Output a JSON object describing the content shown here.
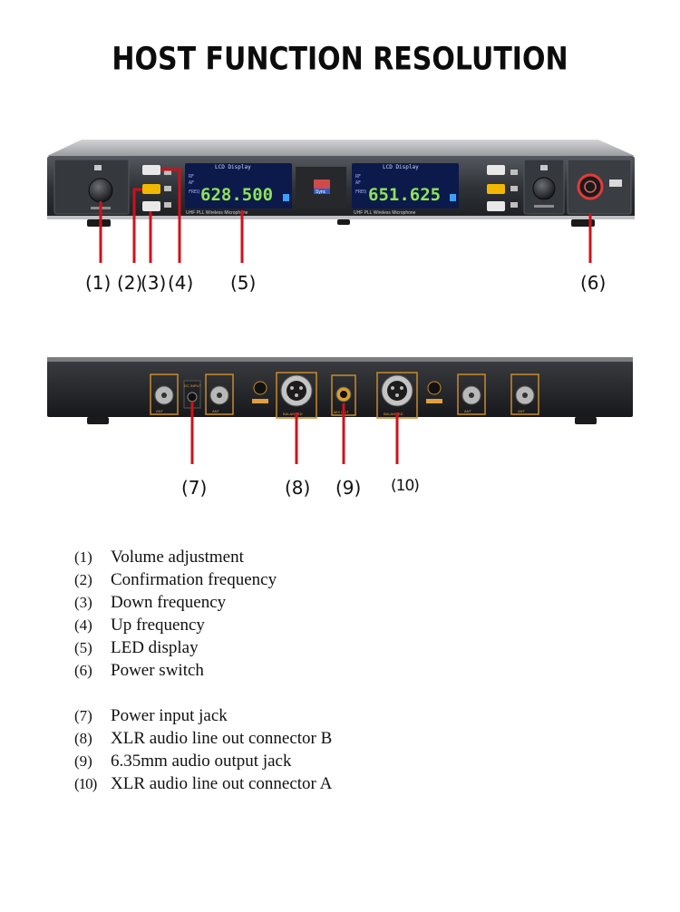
{
  "title": "HOST FUNCTION RESOLUTION",
  "front_panel": {
    "lcd_left_header": "LCD Display",
    "lcd_right_header": "LCD Display",
    "lcd_left_value": "628.500",
    "lcd_right_value": "651.625",
    "lcd_footer": "UHF PLL Wireless Microphone",
    "sync_label": "Sync",
    "rf_label": "RF",
    "af_label": "AF",
    "freq_label": "FREQ"
  },
  "callouts_front": [
    "(1)",
    "(2)",
    "(3)",
    "(4)",
    "(5)",
    "(6)"
  ],
  "callouts_rear": [
    "(7)",
    "(8)",
    "(9)",
    "(10)"
  ],
  "rear_panel": {
    "dc_label": "DC INPUT",
    "ant_label": "ANT",
    "balanced_label": "BALANCED",
    "mix_label": "MIX OUT"
  },
  "legend": {
    "group_a": [
      {
        "num": "(1)",
        "text": "Volume adjustment"
      },
      {
        "num": "(2)",
        "text": "Confirmation frequency"
      },
      {
        "num": "(3)",
        "text": "Down frequency"
      },
      {
        "num": "(4)",
        "text": "Up frequency"
      },
      {
        "num": "(5)",
        "text": "LED display"
      },
      {
        "num": "(6)",
        "text": "Power switch"
      }
    ],
    "group_b": [
      {
        "num": "(7)",
        "text": "Power input jack"
      },
      {
        "num": "(8)",
        "text": "XLR audio line out connector B"
      },
      {
        "num": "(9)",
        "text": "6.35mm audio output jack"
      },
      {
        "num": "(10)",
        "text": "XLR audio line out connector A"
      }
    ]
  },
  "colors": {
    "callout_line": "#d0101a",
    "lcd_digits": "#8fe35a",
    "lcd_bg": "#0b1a4a",
    "button_yellow": "#f2b800",
    "panel_dark": "#2b2d31"
  }
}
